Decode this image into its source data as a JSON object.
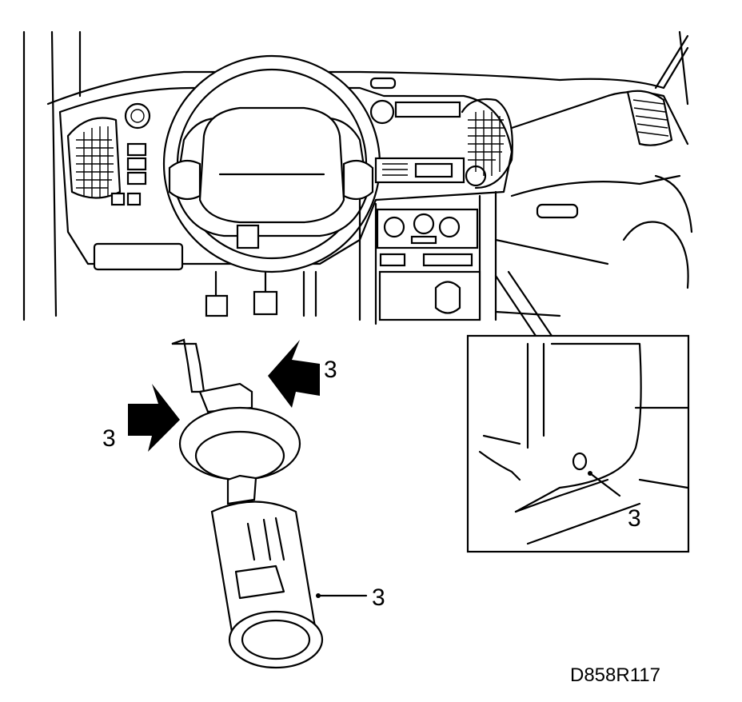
{
  "callouts": {
    "arrow_left": "3",
    "arrow_right": "3",
    "inset_screw": "3",
    "socket": "3"
  },
  "figure_code": "D858R117"
}
